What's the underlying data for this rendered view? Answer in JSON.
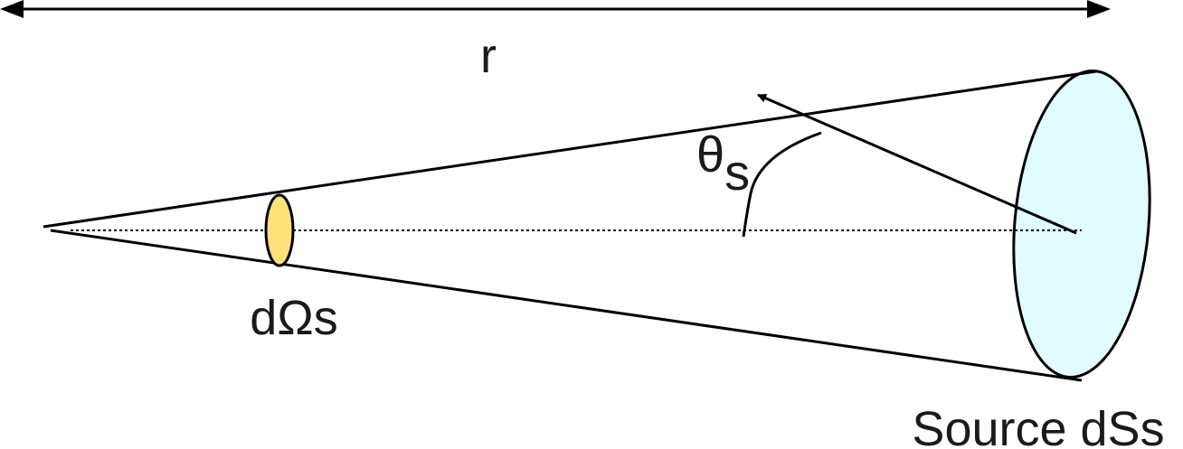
{
  "labels": {
    "distance": "r",
    "angle_symbol": "θ",
    "angle_subscript": "s",
    "solid_angle": "dΩs",
    "source": "Source dSs"
  },
  "colors": {
    "source_fill": "#e0fcfc",
    "solid_angle_fill": "#fde27a",
    "stroke": "#000000",
    "text": "#1a1a1a"
  }
}
